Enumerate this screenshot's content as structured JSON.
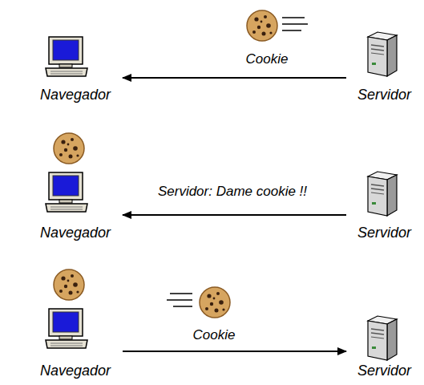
{
  "diagram": {
    "nodes": [
      {
        "text": [
          "Navegador"
        ]
      },
      {
        "text": [
          "Servidor"
        ]
      },
      {
        "text": [
          "Navegador"
        ]
      },
      {
        "text": [
          "Servidor"
        ]
      },
      {
        "text": [
          "Navegador"
        ]
      },
      {
        "text": [
          "Servidor"
        ]
      }
    ],
    "edges": [
      {
        "from": 1,
        "to": 0,
        "arrow": "to",
        "label": "Cookie"
      },
      {
        "from": 3,
        "to": 2,
        "arrow": "to",
        "label": "Servidor: Dame cookie !!"
      },
      {
        "from": 4,
        "to": 5,
        "arrow": "to",
        "label": "Cookie"
      }
    ]
  }
}
